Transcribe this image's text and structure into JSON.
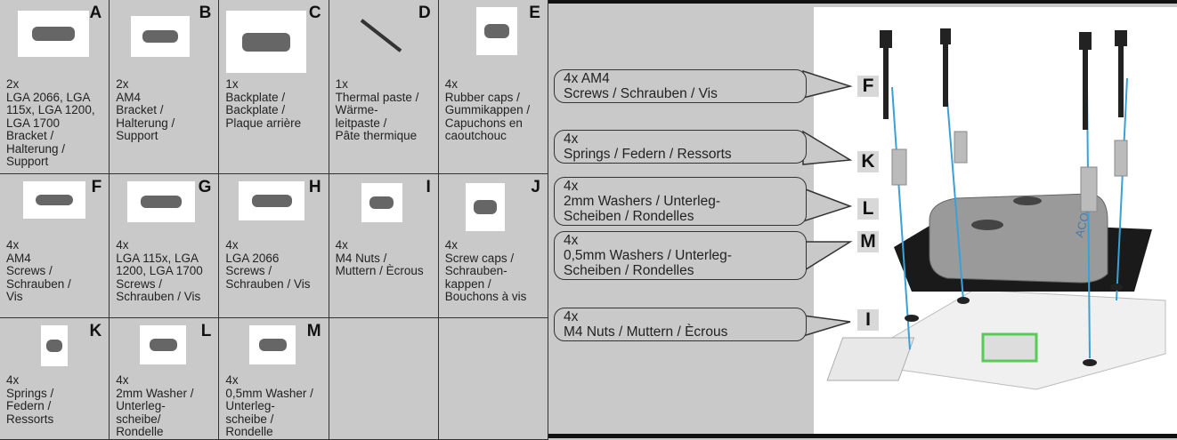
{
  "parts": [
    {
      "letter": "A",
      "qty": "2x",
      "text": "LGA 2066, LGA\n115x, LGA 1200,\nLGA 1700\nBracket /\nHalterung /\nSupport",
      "icon": "intel-bracket-icon"
    },
    {
      "letter": "B",
      "qty": "2x",
      "text": "AM4\nBracket /\nHalterung /\nSupport",
      "icon": "am4-bracket-icon"
    },
    {
      "letter": "C",
      "qty": "1x",
      "text": "Backplate /\nBackplate /\nPlaque arrière",
      "icon": "backplate-icon"
    },
    {
      "letter": "D",
      "qty": "1x",
      "text": "Thermal paste /\nWärme-\nleitpaste /\nPâte thermique",
      "icon": "syringe-icon"
    },
    {
      "letter": "E",
      "qty": "4x",
      "text": "Rubber caps /\nGummikappen /\nCapuchons en\ncaoutchouc",
      "icon": "rubber-cap-icon"
    },
    {
      "letter": "F",
      "qty": "4x",
      "text": "AM4\nScrews /\nSchrauben /\nVis",
      "icon": "screw-icon"
    },
    {
      "letter": "G",
      "qty": "4x",
      "text": "LGA 115x, LGA\n1200, LGA 1700\nScrews /\nSchrauben / Vis",
      "icon": "screw-icon"
    },
    {
      "letter": "H",
      "qty": "4x",
      "text": "LGA 2066\nScrews /\nSchrauben / Vis",
      "icon": "screw-icon"
    },
    {
      "letter": "I",
      "qty": "4x",
      "text": "M4 Nuts /\nMuttern / Ècrous",
      "icon": "nut-icon"
    },
    {
      "letter": "J",
      "qty": "4x",
      "text": "Screw caps /\nSchrauben-\nkappen /\nBouchons à vis",
      "icon": "screw-cap-icon"
    },
    {
      "letter": "K",
      "qty": "4x",
      "text": "Springs /\nFedern /\nRessorts",
      "icon": "spring-icon"
    },
    {
      "letter": "L",
      "qty": "4x",
      "text": "2mm Washer /\nUnterleg-\nscheibe/\nRondelle",
      "icon": "washer-icon"
    },
    {
      "letter": "M",
      "qty": "4x",
      "text": "0,5mm Washer /\nUnterleg-\nscheibe /\nRondelle",
      "icon": "washer-icon"
    }
  ],
  "callouts": [
    {
      "letter": "F",
      "text": "4x AM4\nScrews / Schrauben / Vis"
    },
    {
      "letter": "K",
      "text": "4x\nSprings / Federn / Ressorts"
    },
    {
      "letter": "L",
      "text": "4x\n2mm Washers / Unterleg-\nScheiben / Rondelles"
    },
    {
      "letter": "M",
      "text": "4x\n0,5mm Washers / Unterleg-\nScheiben / Rondelles"
    },
    {
      "letter": "I",
      "text": "4x\nM4 Nuts / Muttern / Ècrous"
    }
  ],
  "brand_on_block": "ACOOL"
}
